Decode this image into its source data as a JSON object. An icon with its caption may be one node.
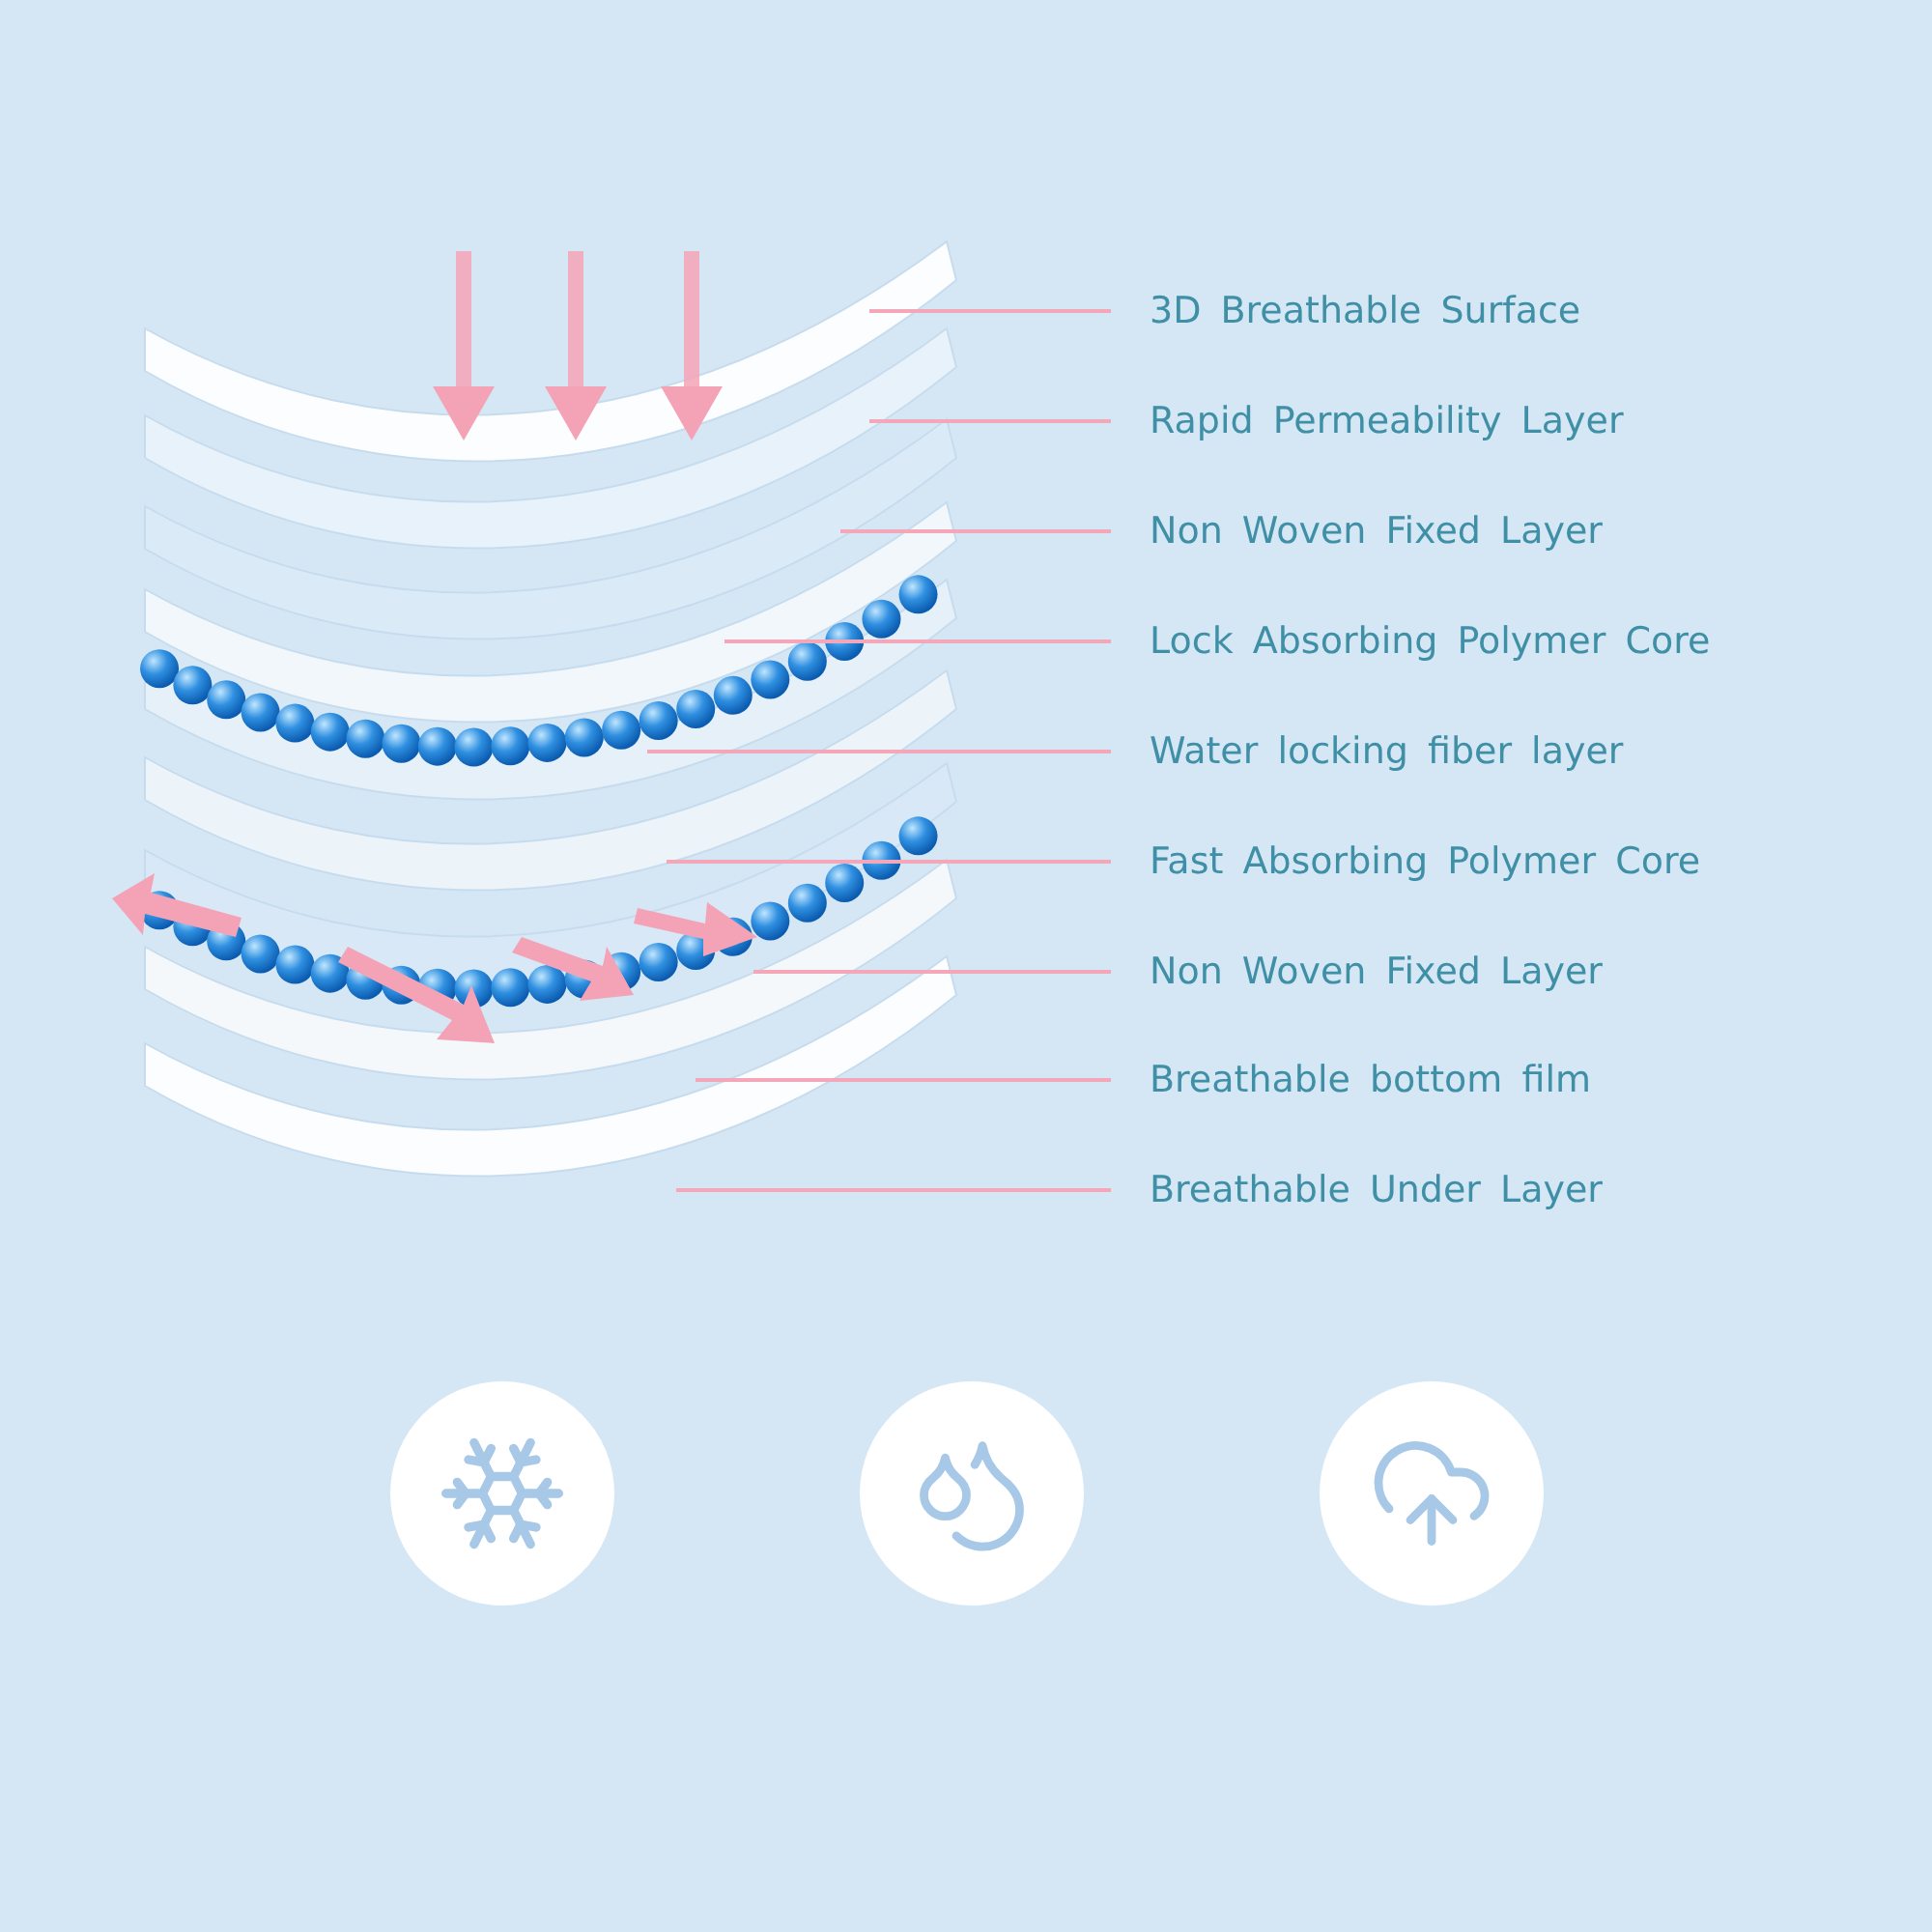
{
  "diagram": {
    "nodes": [
      {
        "text": [
          "3D Breathable Surface"
        ]
      },
      {
        "text": [
          "Rapid Permeability Layer"
        ]
      },
      {
        "text": [
          "Non Woven Fixed Layer"
        ]
      },
      {
        "text": [
          "Lock Absorbing Polymer Core"
        ]
      },
      {
        "text": [
          "Water locking fiber layer"
        ]
      },
      {
        "text": [
          "Fast Absorbing Polymer Core"
        ]
      },
      {
        "text": [
          "Non Woven Fixed Layer"
        ]
      },
      {
        "text": [
          "Breathable bottom film"
        ]
      },
      {
        "text": [
          "Breathable Under Layer"
        ]
      }
    ],
    "edges": [
      {
        "from": 0,
        "to": null,
        "arrow": "none"
      },
      {
        "from": 1,
        "to": null,
        "arrow": "none"
      },
      {
        "from": 2,
        "to": null,
        "arrow": "none"
      },
      {
        "from": 3,
        "to": null,
        "arrow": "none"
      },
      {
        "from": 4,
        "to": null,
        "arrow": "none"
      },
      {
        "from": 5,
        "to": null,
        "arrow": "none"
      },
      {
        "from": 6,
        "to": null,
        "arrow": "none"
      },
      {
        "from": 7,
        "to": null,
        "arrow": "none"
      },
      {
        "from": 8,
        "to": null,
        "arrow": "none"
      }
    ]
  }
}
